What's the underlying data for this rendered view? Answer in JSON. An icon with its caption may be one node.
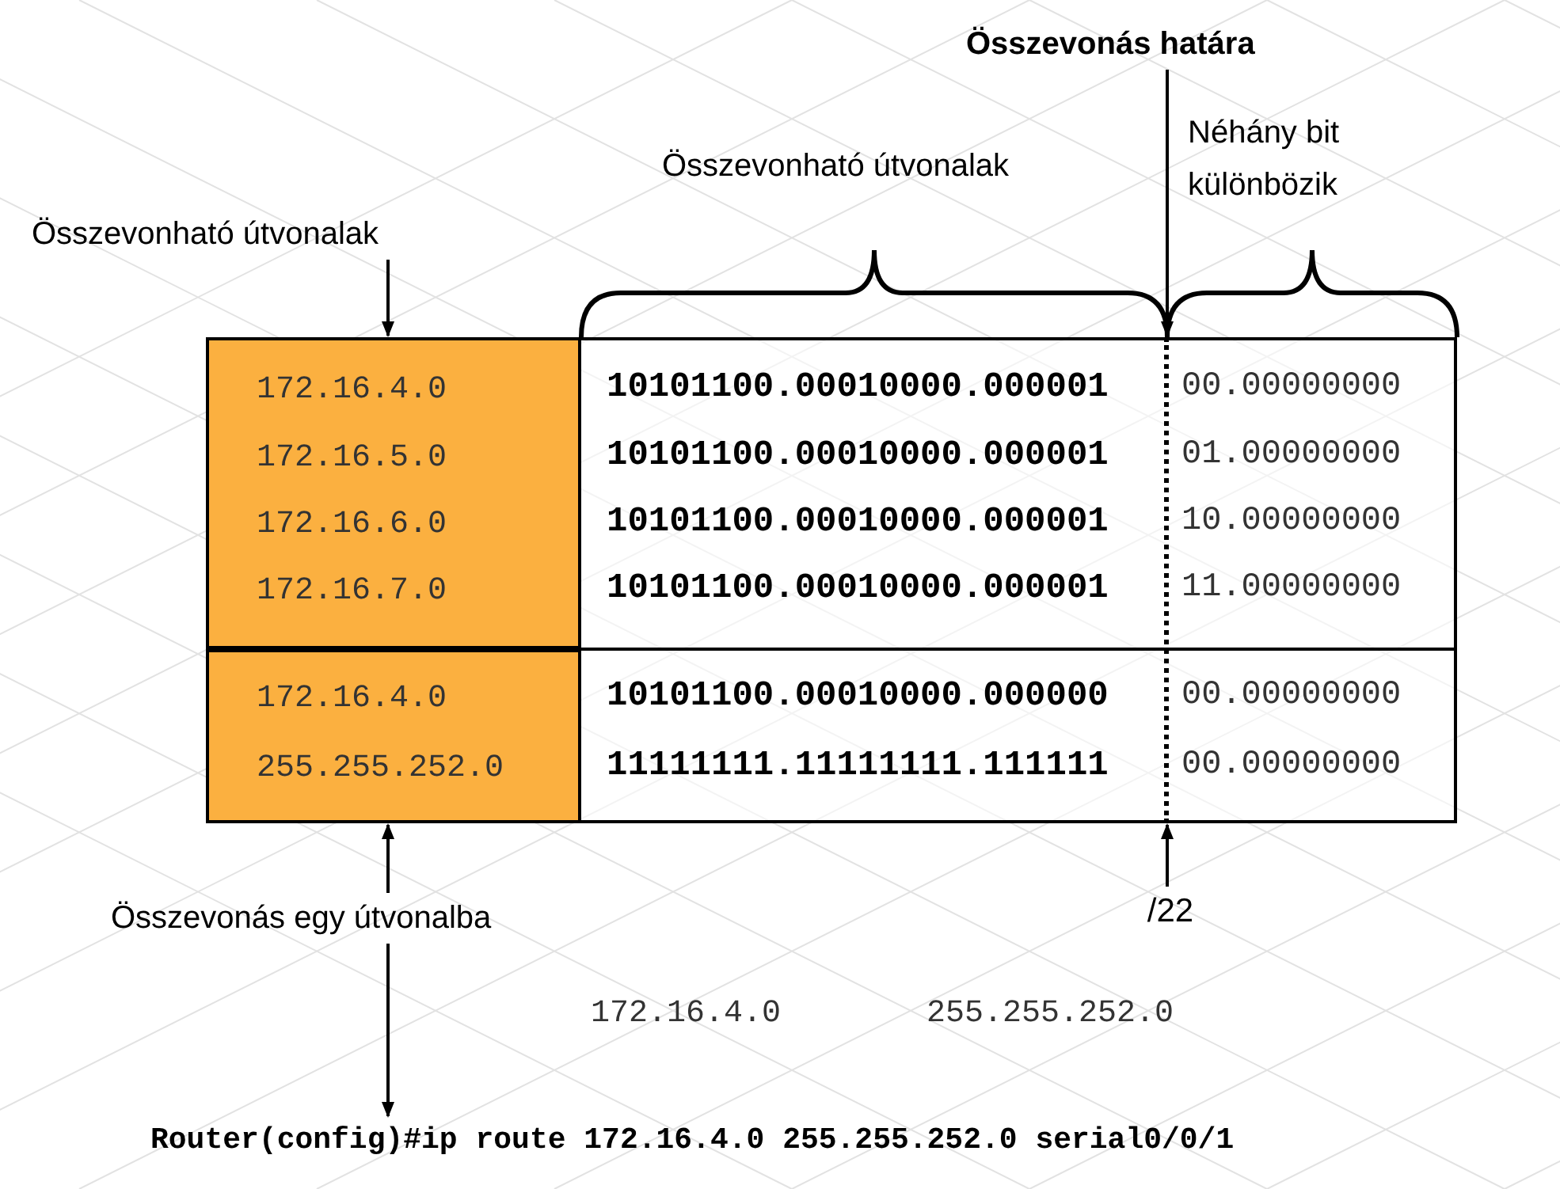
{
  "diagram": {
    "nodes": [
      {
        "text": [
          "Összevonható útvonalak"
        ]
      },
      {
        "text": [
          "172.16.4.0",
          "172.16.5.0",
          "172.16.6.0",
          "172.16.7.0"
        ]
      },
      {
        "text": [
          "172.16.4.0",
          "255.255.252.0"
        ]
      },
      {
        "text": [
          "Összevonás egy útvonalba"
        ]
      },
      {
        "text": [
          "Router(config)#ip route 172.16.4.0 255.255.252.0 serial0/0/1"
        ]
      },
      {
        "text": [
          "Összevonás határa"
        ]
      },
      {
        "text": [],
        "shape": "line"
      },
      {
        "text": [
          "/22"
        ]
      }
    ],
    "edges": [
      {
        "from": 0,
        "to": 1,
        "arrow": "to"
      },
      {
        "from": 3,
        "to": 2,
        "arrow": "to"
      },
      {
        "from": 3,
        "to": 4,
        "arrow": "to"
      },
      {
        "from": 5,
        "to": 6,
        "arrow": "to"
      },
      {
        "from": 7,
        "to": 6,
        "arrow": "to"
      }
    ],
    "labels": [
      "Összevonható útvonalak",
      "Néhány bit különbözik",
      "10101100.00010000.000001",
      "00.00000000",
      "10101100.00010000.000001",
      "01.00000000",
      "10101100.00010000.000001",
      "10.00000000",
      "10101100.00010000.000001",
      "11.00000000",
      "10101100.00010000.000000",
      "00.00000000",
      "11111111.11111111.111111",
      "00.00000000",
      "172.16.4.0",
      "255.255.252.0"
    ]
  }
}
